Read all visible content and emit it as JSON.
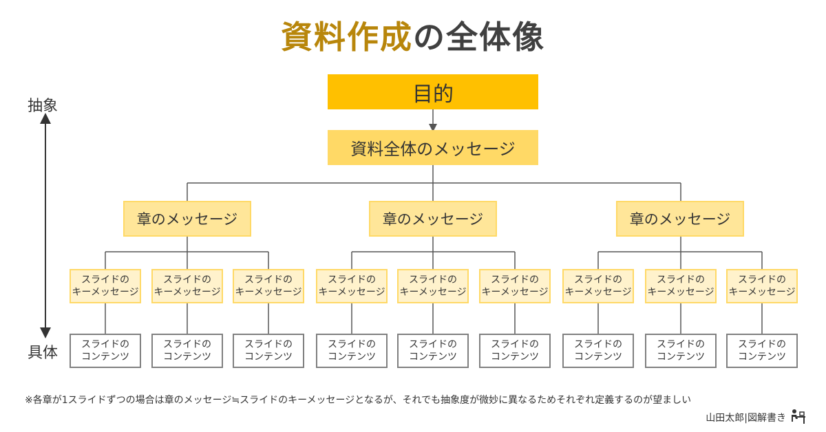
{
  "title": {
    "accent": "資料作成",
    "rest": "の全体像"
  },
  "axis": {
    "top_label": "抽象",
    "bottom_label": "具体"
  },
  "purpose": "目的",
  "document_message": "資料全体のメッセージ",
  "chapters": [
    {
      "message": "章のメッセージ",
      "slides": [
        {
          "key_message": "スライドの\nキーメッセージ",
          "content": "スライドの\nコンテンツ"
        },
        {
          "key_message": "スライドの\nキーメッセージ",
          "content": "スライドの\nコンテンツ"
        },
        {
          "key_message": "スライドの\nキーメッセージ",
          "content": "スライドの\nコンテンツ"
        }
      ]
    },
    {
      "message": "章のメッセージ",
      "slides": [
        {
          "key_message": "スライドの\nキーメッセージ",
          "content": "スライドの\nコンテンツ"
        },
        {
          "key_message": "スライドの\nキーメッセージ",
          "content": "スライドの\nコンテンツ"
        },
        {
          "key_message": "スライドの\nキーメッセージ",
          "content": "スライドの\nコンテンツ"
        }
      ]
    },
    {
      "message": "章のメッセージ",
      "slides": [
        {
          "key_message": "スライドの\nキーメッセージ",
          "content": "スライドの\nコンテンツ"
        },
        {
          "key_message": "スライドの\nキーメッセージ",
          "content": "スライドの\nコンテンツ"
        },
        {
          "key_message": "スライドの\nキーメッセージ",
          "content": "スライドの\nコンテンツ"
        }
      ]
    }
  ],
  "note": "※各章が1スライドずつの場合は章のメッセージ≒スライドのキーメッセージとなるが、それでも抽象度が微妙に異なるためそれぞれ定義するのが望ましい",
  "author": "山田太郎|図解書き",
  "author_icon": "person-at-desk-icon",
  "colors": {
    "purpose": "#FFC000",
    "document_message": "#FFD966",
    "chapter_message": "#FFE699",
    "slide_key_message": "#FFF2CC",
    "title_accent": "#B8860B"
  }
}
